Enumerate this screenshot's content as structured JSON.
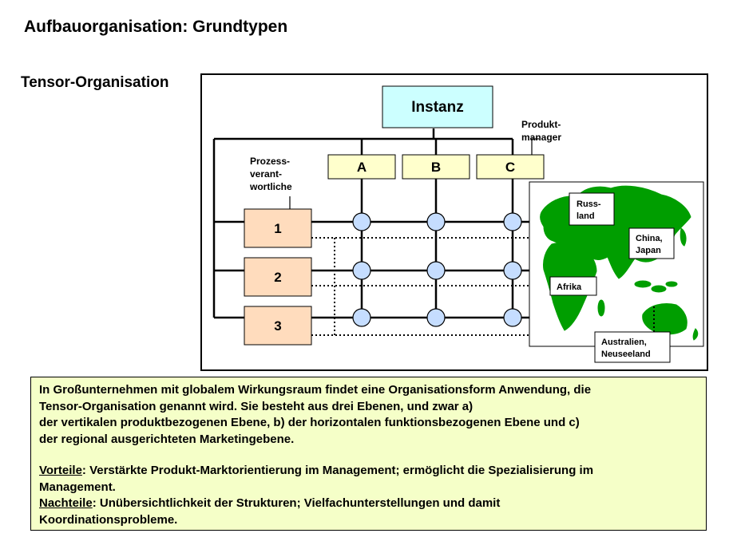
{
  "title": "Aufbauorganisation: Grundtypen",
  "section_label": "Tensor-Organisation",
  "diagram": {
    "top_box": "Instanz",
    "product_boxes": [
      "A",
      "B",
      "C"
    ],
    "product_manager_label": [
      "Produkt-",
      "manager"
    ],
    "process_label": [
      "Prozess-",
      "verant-",
      "wortliche"
    ],
    "function_boxes": [
      "1",
      "2",
      "3"
    ],
    "regions": {
      "russia": [
        "Russ-",
        "land"
      ],
      "china": [
        "China,",
        "Japan"
      ],
      "africa": "Afrika",
      "australia": [
        "Australien,",
        "Neuseeland"
      ]
    },
    "colors": {
      "instanz_fill": "#ccffff",
      "product_fill": "#ffffcc",
      "function_fill": "#ffdcbd",
      "node_fill": "#c5ddff",
      "map_green": "#009e00"
    }
  },
  "description": {
    "intro_lines": [
      "In Großunternehmen mit globalem Wirkungsraum findet eine Organisationsform Anwendung, die",
      "Tensor-Organisation genannt wird. Sie besteht aus drei Ebenen, und zwar a)",
      "der vertikalen produktbezogenen Ebene, b) der horizontalen funktionsbezogenen Ebene und c)",
      "der regional ausgerichteten Marketingebene."
    ],
    "vorteile_label": "Vorteile",
    "vorteile_text": [
      ": Verstärkte Produkt-Marktorientierung im Management; ermöglicht die Spezialisierung im",
      "Management."
    ],
    "nachteile_label": "Nachteile",
    "nachteile_text": [
      ": Unübersichtlichkeit der Strukturen; Vielfachunterstellungen und damit",
      "Koordinationsprobleme."
    ]
  }
}
